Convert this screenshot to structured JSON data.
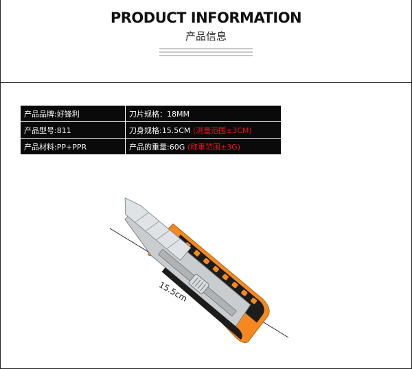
{
  "header": {
    "title": "PRODUCT INFORMATION",
    "subtitle": "产品信息"
  },
  "specs": [
    {
      "left": "产品品牌:好锋利",
      "right": "刀片规格：18MM",
      "note": ""
    },
    {
      "left": "产品型号:811",
      "right": "刀身规格:15.5CM ",
      "note": "(测量范围±3CM)"
    },
    {
      "left": "产品材料:PP+PPR",
      "right": "产品的重量:60G ",
      "note": "(称重范围±3G)"
    }
  ],
  "measurement": {
    "label": "15.5cm"
  },
  "colors": {
    "accent_orange": "#f5891f",
    "note_red": "#e8141c",
    "table_bg": "#0a0a0a"
  }
}
